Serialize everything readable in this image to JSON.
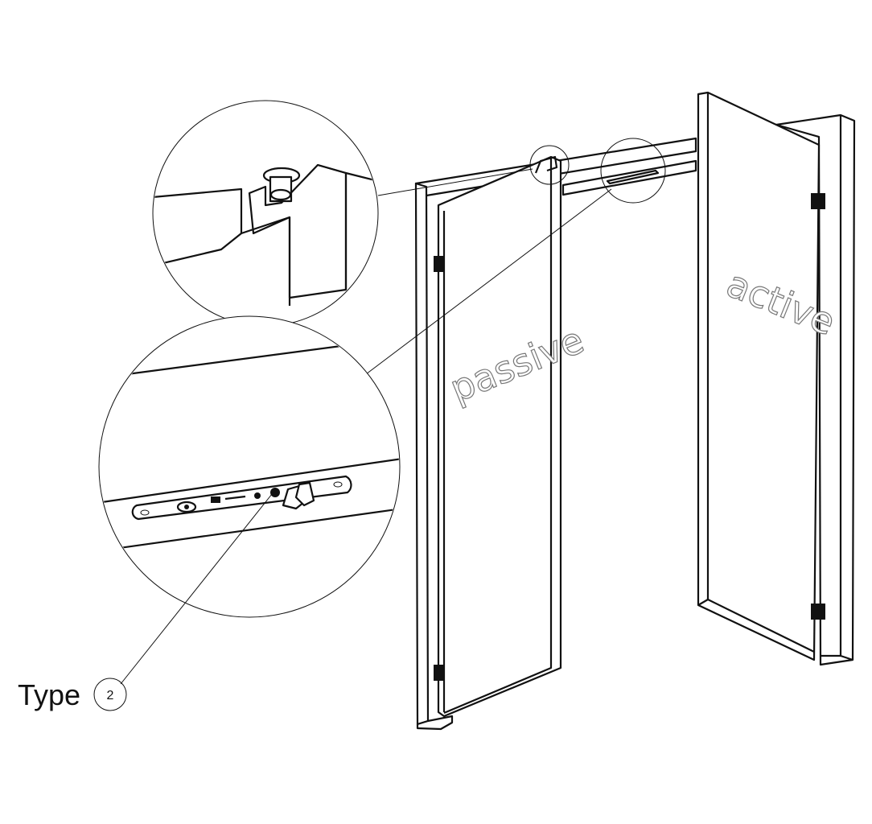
{
  "labels": {
    "passive": "passive",
    "active": "active",
    "type": "Type",
    "type_number": "2"
  },
  "colors": {
    "line": "#111111",
    "background": "#ffffff",
    "label_outline": "#777777"
  }
}
